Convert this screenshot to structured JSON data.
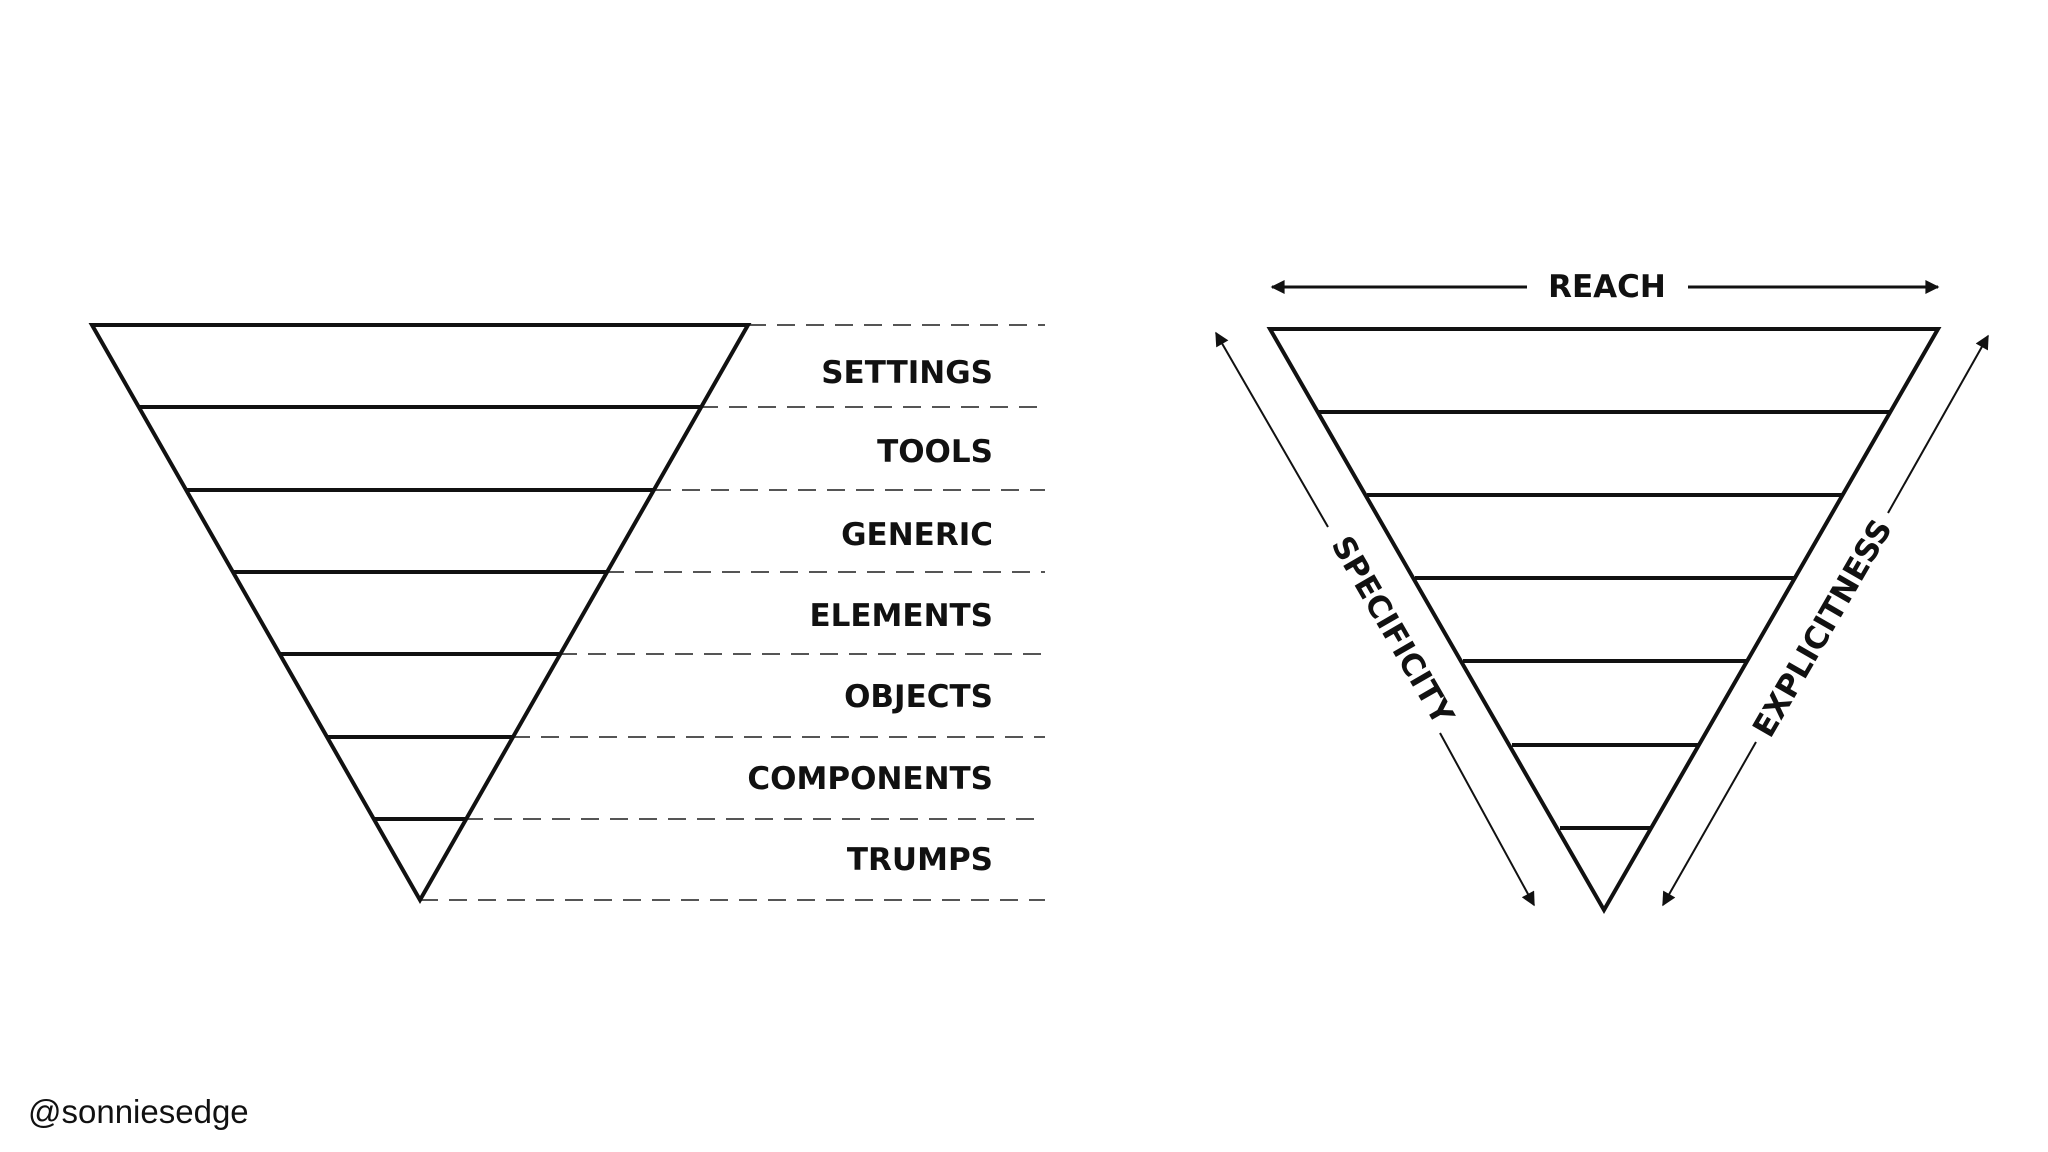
{
  "diagram": {
    "layers": [
      "SETTINGS",
      "TOOLS",
      "GENERIC",
      "ELEMENTS",
      "OBJECTS",
      "COMPONENTS",
      "TRUMPS"
    ],
    "axes": {
      "top": "REACH",
      "left": "SPECIFICITY",
      "right": "EXPLICITNESS"
    }
  },
  "credit": "@sonniesedge"
}
